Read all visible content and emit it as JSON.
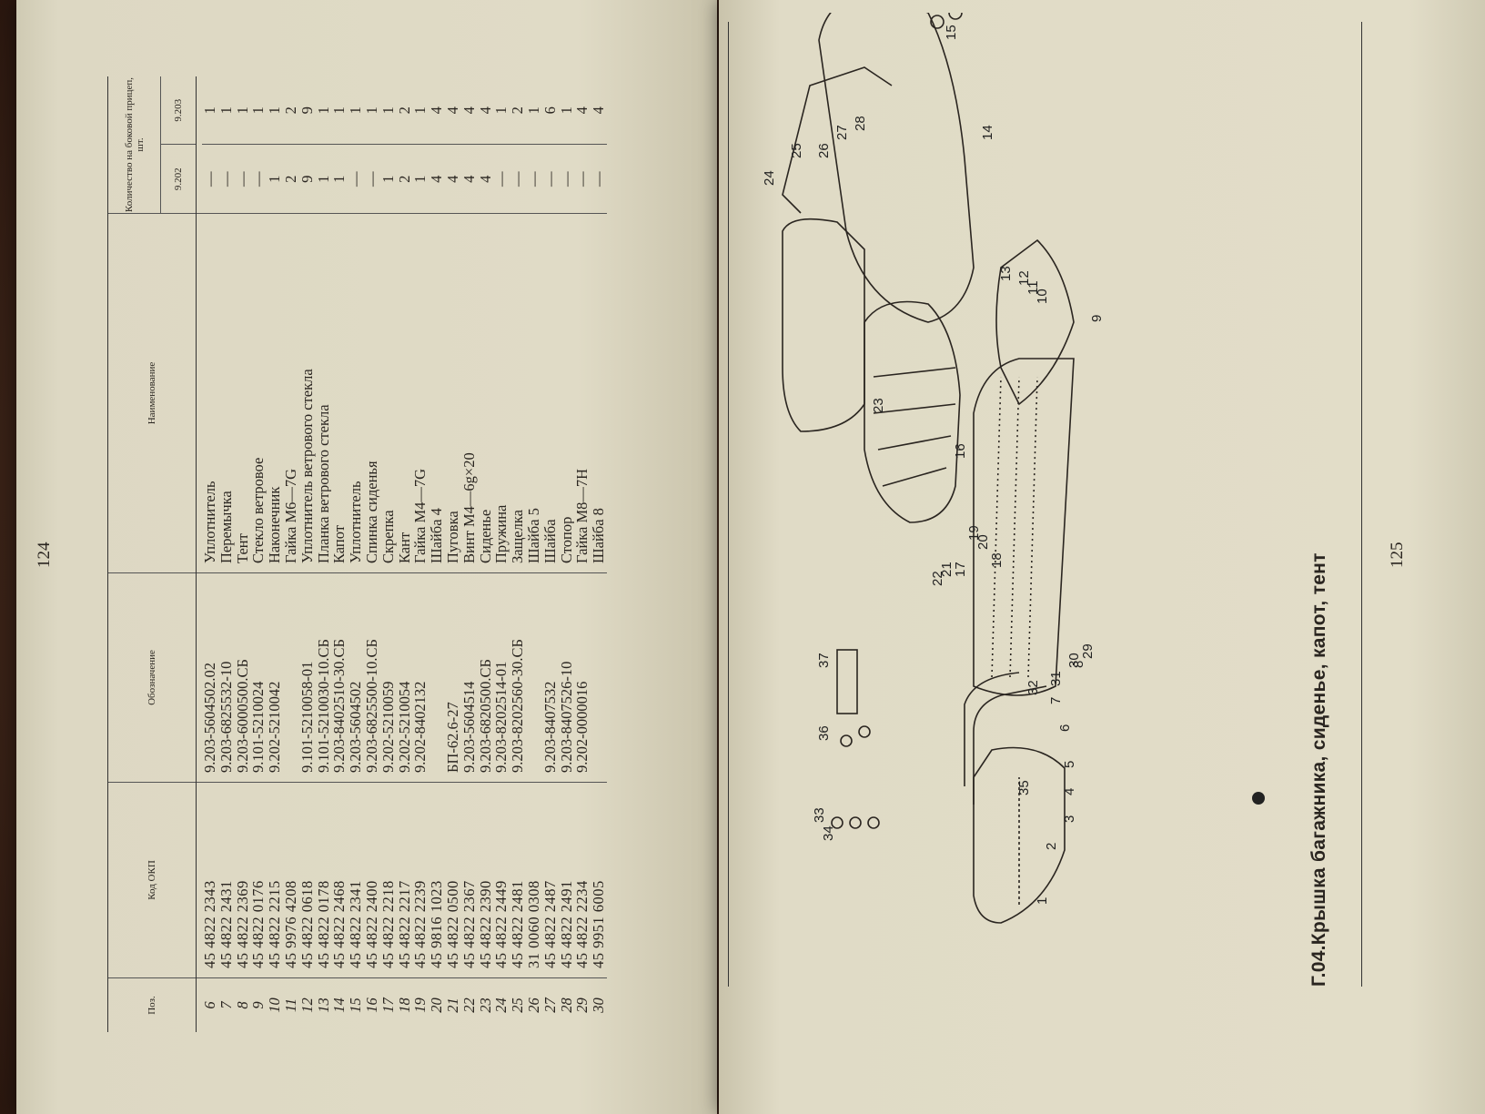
{
  "left_page": {
    "page_number": "124",
    "table": {
      "headers": {
        "pos": "Поз.",
        "okp": "Код ОКП",
        "designation": "Обозначение",
        "name": "Наименование",
        "qty_group": "Количество на боковой прицеп, шт.",
        "qty_a": "9.202",
        "qty_b": "9.203"
      },
      "rows": [
        {
          "pos": "6",
          "okp": "45 4822 2343",
          "des": "9.203-5604502.02",
          "name": "Уплотнитель",
          "a": "—",
          "b": "1"
        },
        {
          "pos": "7",
          "okp": "45 4822 2431",
          "des": "9.203-6825532-10",
          "name": "Перемычка",
          "a": "—",
          "b": "1"
        },
        {
          "pos": "8",
          "okp": "45 4822 2369",
          "des": "9.203-6000500.СБ",
          "name": "Тент",
          "a": "—",
          "b": "1"
        },
        {
          "pos": "9",
          "okp": "45 4822 0176",
          "des": "9.101-5210024",
          "name": "Стекло ветровое",
          "a": "—",
          "b": "1"
        },
        {
          "pos": "10",
          "okp": "45 4822 2215",
          "des": "9.202-5210042",
          "name": "Наконечник",
          "a": "1",
          "b": "1"
        },
        {
          "pos": "11",
          "okp": "45 9976 4208",
          "des": "",
          "name": "Гайка М6—7G",
          "a": "2",
          "b": "2"
        },
        {
          "pos": "12",
          "okp": "45 4822 0618",
          "des": "9.101-5210058-01",
          "name": "Уплотнитель ветрового стекла",
          "a": "9",
          "b": "9"
        },
        {
          "pos": "13",
          "okp": "45 4822 0178",
          "des": "9.101-5210030-10.СБ",
          "name": "Планка ветрового стекла",
          "a": "1",
          "b": "1"
        },
        {
          "pos": "14",
          "okp": "45 4822 2468",
          "des": "9.203-8402510-30.СБ",
          "name": "Капот",
          "a": "1",
          "b": "1"
        },
        {
          "pos": "15",
          "okp": "45 4822 2341",
          "des": "9.203-5604502",
          "name": "Уплотнитель",
          "a": "—",
          "b": "1"
        },
        {
          "pos": "16",
          "okp": "45 4822 2400",
          "des": "9.203-6825500-10.СБ",
          "name": "Спинка сиденья",
          "a": "—",
          "b": "1"
        },
        {
          "pos": "17",
          "okp": "45 4822 2218",
          "des": "9.202-5210059",
          "name": "Скрепка",
          "a": "1",
          "b": "1"
        },
        {
          "pos": "18",
          "okp": "45 4822 2217",
          "des": "9.202-5210054",
          "name": "Кант",
          "a": "2",
          "b": "2"
        },
        {
          "pos": "19",
          "okp": "45 4822 2239",
          "des": "9.202-8402132",
          "name": "Гайка М4—7G",
          "a": "1",
          "b": "1"
        },
        {
          "pos": "20",
          "okp": "45 9816 1023",
          "des": "",
          "name": "Шайба 4",
          "a": "4",
          "b": "4"
        },
        {
          "pos": "21",
          "okp": "45 4822 0500",
          "des": "БП-62.6-27",
          "name": "Пуговка",
          "a": "4",
          "b": "4"
        },
        {
          "pos": "22",
          "okp": "45 4822 2367",
          "des": "9.203-5604514",
          "name": "Винт М4—6g×20",
          "a": "4",
          "b": "4"
        },
        {
          "pos": "23",
          "okp": "45 4822 2390",
          "des": "9.203-6820500.СБ",
          "name": "Сиденье",
          "a": "4",
          "b": "4"
        },
        {
          "pos": "24",
          "okp": "45 4822 2449",
          "des": "9.203-8202514-01",
          "name": "Пружина",
          "a": "—",
          "b": "1"
        },
        {
          "pos": "25",
          "okp": "45 4822 2481",
          "des": "9.203-8202560-30.СБ",
          "name": "Защелка",
          "a": "—",
          "b": "2"
        },
        {
          "pos": "26",
          "okp": "31 0060 0308",
          "des": "",
          "name": "Шайба 5",
          "a": "—",
          "b": "1"
        },
        {
          "pos": "27",
          "okp": "45 4822 2487",
          "des": "9.203-8407532",
          "name": "Шайба",
          "a": "—",
          "b": "6"
        },
        {
          "pos": "28",
          "okp": "45 4822 2491",
          "des": "9.203-8407526-10",
          "name": "Стопор",
          "a": "—",
          "b": "1"
        },
        {
          "pos": "29",
          "okp": "45 4822 2234",
          "des": "9.202-0000016",
          "name": "Гайка М8—7H",
          "a": "—",
          "b": "4"
        },
        {
          "pos": "30",
          "okp": "45 9951 6005",
          "des": "",
          "name": "Шайба 8",
          "a": "—",
          "b": "4"
        }
      ]
    }
  },
  "right_page": {
    "page_number": "125",
    "caption": "Г.04.Крышка багажника, сиденье, капот, тент",
    "callouts": [
      "1",
      "2",
      "3",
      "4",
      "5",
      "6",
      "7",
      "8",
      "9",
      "10",
      "11",
      "12",
      "13",
      "14",
      "15",
      "16",
      "17",
      "18",
      "19",
      "20",
      "21",
      "22",
      "23",
      "24",
      "25",
      "26",
      "27",
      "28",
      "29",
      "30",
      "31",
      "32",
      "33",
      "34",
      "35",
      "36",
      "37"
    ]
  }
}
